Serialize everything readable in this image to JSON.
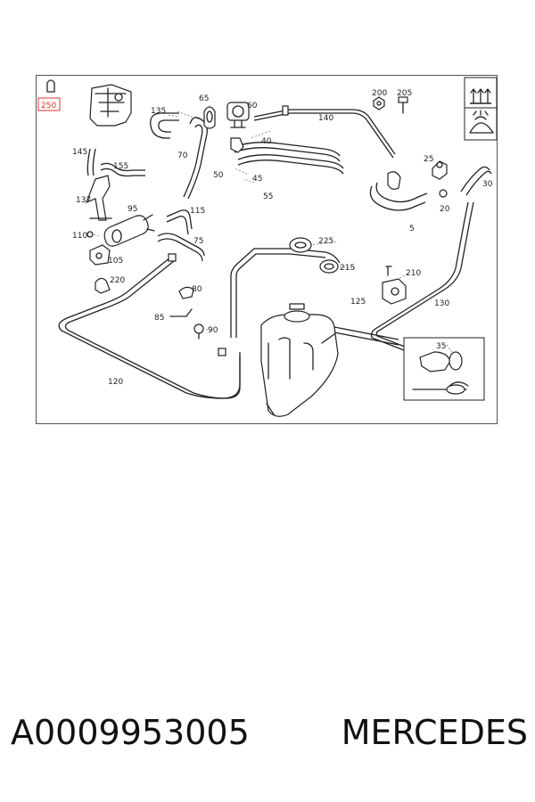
{
  "diagram": {
    "callouts": [
      "250",
      "135",
      "65",
      "60",
      "140",
      "200",
      "205",
      "145",
      "155",
      "70",
      "40",
      "25",
      "30",
      "50",
      "45",
      "55",
      "137",
      "95",
      "115",
      "20",
      "5",
      "110",
      "75",
      "225",
      "105",
      "215",
      "210",
      "220",
      "80",
      "125",
      "130",
      "85",
      "90",
      "35",
      "120"
    ],
    "highlighted_callout": "250",
    "colors": {
      "line": "#222222",
      "highlight": "#e03030",
      "border": "#555555"
    },
    "corner_icons": [
      "heat-waves-icon",
      "windshield-icon"
    ]
  },
  "caption": {
    "part_number": "A0009953005",
    "brand": "MERCEDES"
  }
}
